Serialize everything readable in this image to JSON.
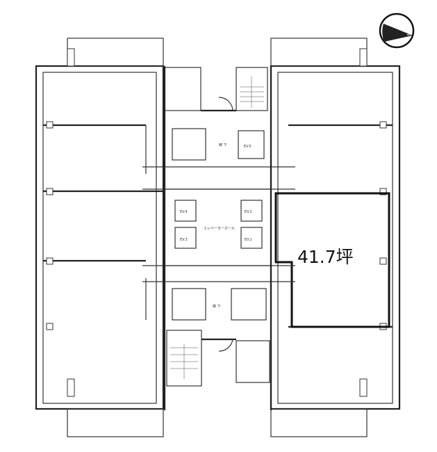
{
  "title": "Floor plan",
  "highlight": {
    "area_label": "41.7坪",
    "color": "#111111"
  },
  "compass": {
    "label": "N",
    "icon": "north-arrow-icon"
  },
  "rooms": {
    "ev1": "EV.1",
    "ev2": "EV.2",
    "ev3": "EV.3",
    "ev4": "EV.4",
    "ev5": "EV.5",
    "elevator_hall": "エレベーターホール",
    "corridor_top": "廊 下",
    "corridor_bottom": "廊 下"
  }
}
